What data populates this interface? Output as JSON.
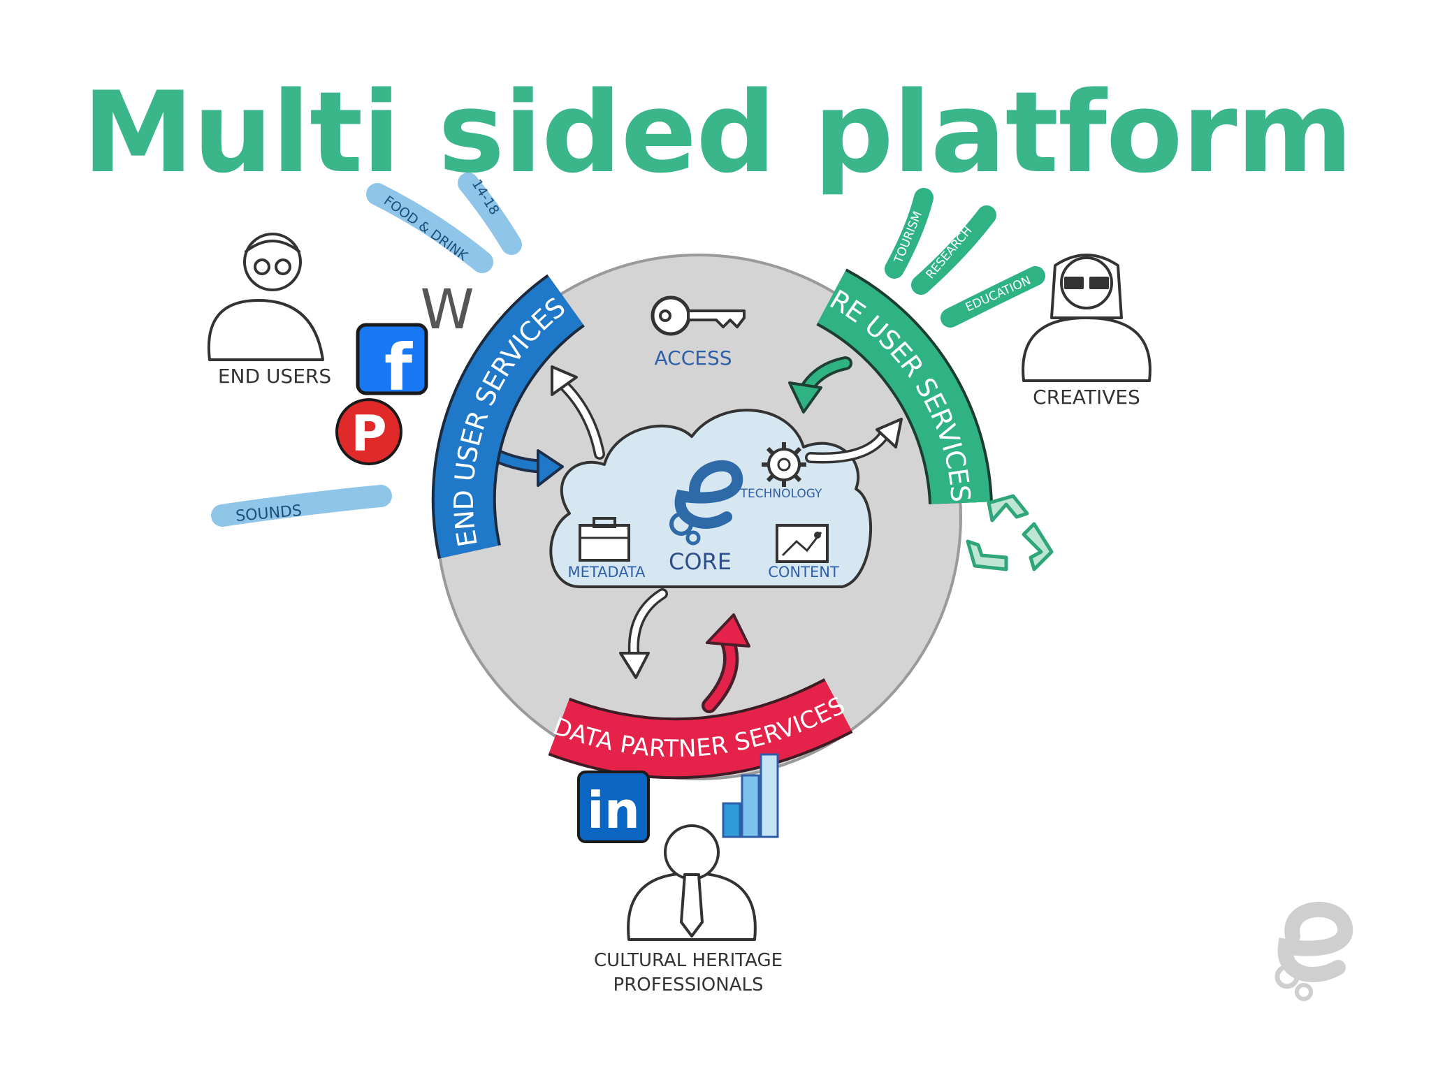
{
  "title": "Multi sided platform",
  "colors": {
    "title": "#3bb58a",
    "end_user_band": "#1f78c8",
    "reuser_band": "#2fb384",
    "partner_band": "#e5224a",
    "circle": "#d4d4d4",
    "cloud": "#d6e7f2",
    "tag_blue": "#8ec5e8",
    "tag_green": "#2fb384",
    "ink_blue": "#2f5fa8",
    "ink_dark": "#333333"
  },
  "bands": {
    "end_user": "END USER SERVICES",
    "reuser": "RE USER SERVICES",
    "partner": "DATA PARTNER SERVICES"
  },
  "core": {
    "access": "ACCESS",
    "technology": "TECHNOLOGY",
    "metadata": "METADATA",
    "content": "CONTENT",
    "core": "CORE"
  },
  "groups": {
    "end_users": "END USERS",
    "creatives": "CREATIVES",
    "heritage_line1": "CULTURAL HERITAGE",
    "heritage_line2": "PROFESSIONALS"
  },
  "tags_left": {
    "food": "FOOD & DRINK",
    "ww1": "14-18",
    "sounds": "SOUNDS"
  },
  "tags_right": {
    "tourism": "TOURISM",
    "research": "RESEARCH",
    "education": "EDUCATION"
  },
  "logos": {
    "wikipedia": "W",
    "facebook": "f",
    "pinterest": "P",
    "linkedin": "in"
  }
}
